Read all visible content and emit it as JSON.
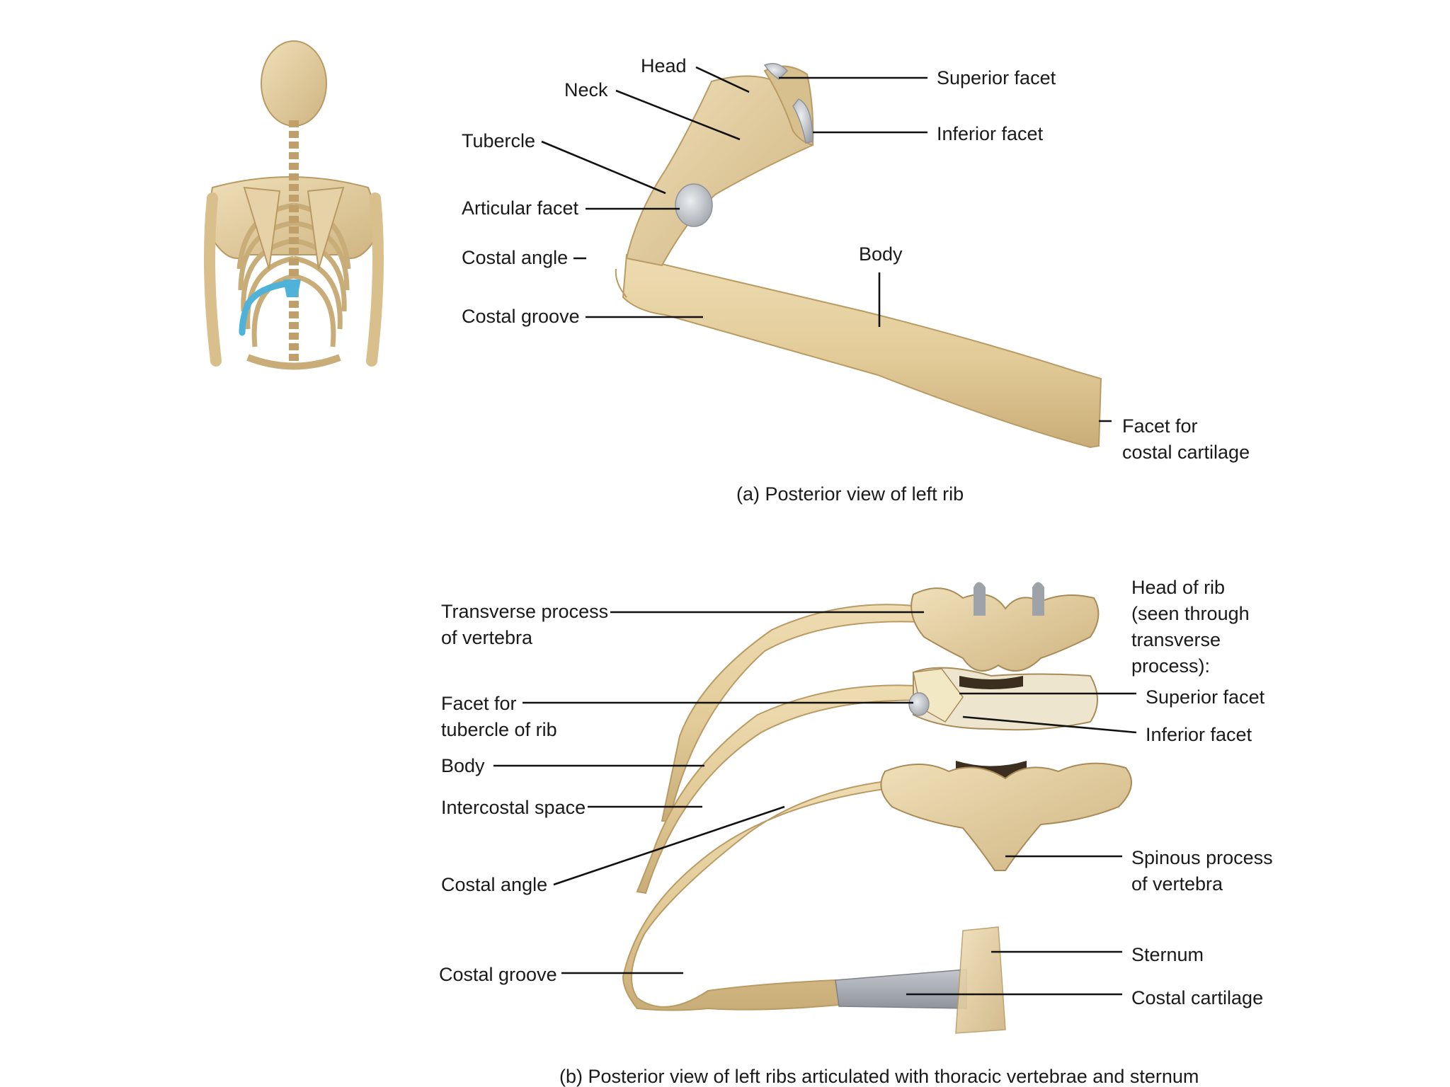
{
  "panel_a": {
    "labels": {
      "head": "Head",
      "neck": "Neck",
      "tubercle": "Tubercle",
      "articular_facet": "Articular facet",
      "costal_angle": "Costal angle",
      "costal_groove": "Costal groove",
      "superior_facet": "Superior facet",
      "inferior_facet": "Inferior facet",
      "body": "Body",
      "facet_costal_cartilage_1": "Facet for",
      "facet_costal_cartilage_2": "costal cartilage"
    },
    "caption": "(a) Posterior view of left rib"
  },
  "panel_b": {
    "labels": {
      "transverse_process_1": "Transverse process",
      "transverse_process_2": "of vertebra",
      "facet_tubercle_1": "Facet for",
      "facet_tubercle_2": "tubercle of rib",
      "body": "Body",
      "intercostal_space": "Intercostal space",
      "costal_angle": "Costal angle",
      "costal_groove": "Costal groove",
      "head_of_rib_1": "Head of rib",
      "head_of_rib_2": "(seen through",
      "head_of_rib_3": "transverse",
      "head_of_rib_4": "process):",
      "superior_facet": "Superior facet",
      "inferior_facet": "Inferior facet",
      "spinous_process_1": "Spinous process",
      "spinous_process_2": "of vertebra",
      "sternum": "Sternum",
      "costal_cartilage": "Costal cartilage"
    },
    "caption": "(b) Posterior view of left ribs articulated with thoracic vertebrae and sternum"
  },
  "colors": {
    "bone": "#e6d2a6",
    "bone_shadow": "#c7ac78",
    "cartilage": "#a9adb5",
    "highlight_blue": "#4fb3d9"
  }
}
